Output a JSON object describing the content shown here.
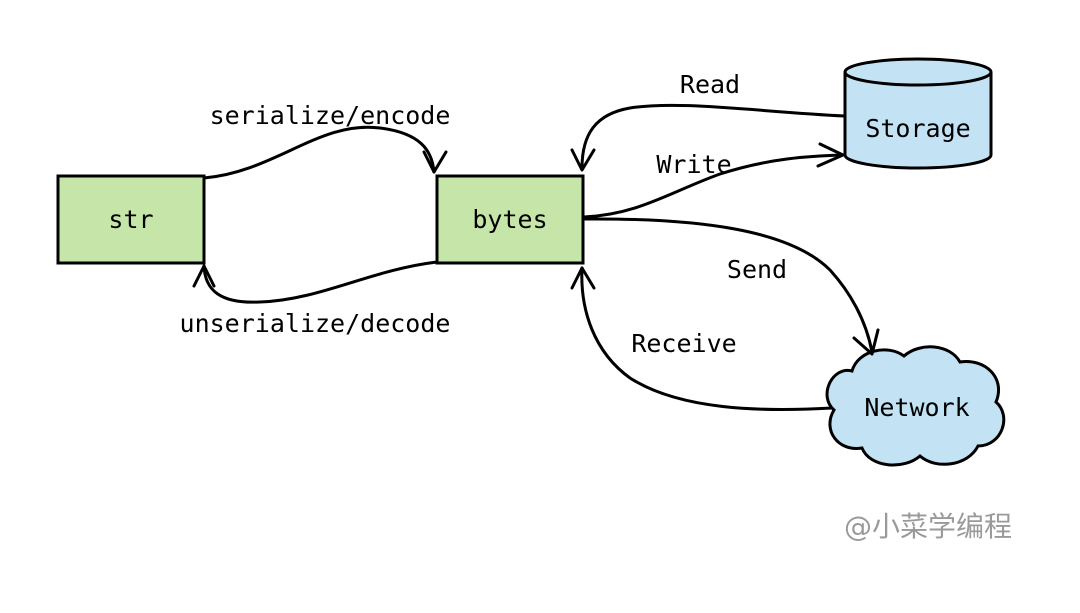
{
  "nodes": {
    "str": "str",
    "bytes": "bytes",
    "storage": "Storage",
    "network": "Network"
  },
  "edges": {
    "encode": "serialize/encode",
    "decode": "unserialize/decode",
    "read": "Read",
    "write": "Write",
    "send": "Send",
    "receive": "Receive"
  },
  "watermark": "@小菜学编程",
  "colors": {
    "box_fill": "#c6e6a9",
    "storage_fill": "#c3e3f5",
    "network_fill": "#c3e3f5",
    "line": "#000000",
    "watermark": "#9a9a9a"
  }
}
